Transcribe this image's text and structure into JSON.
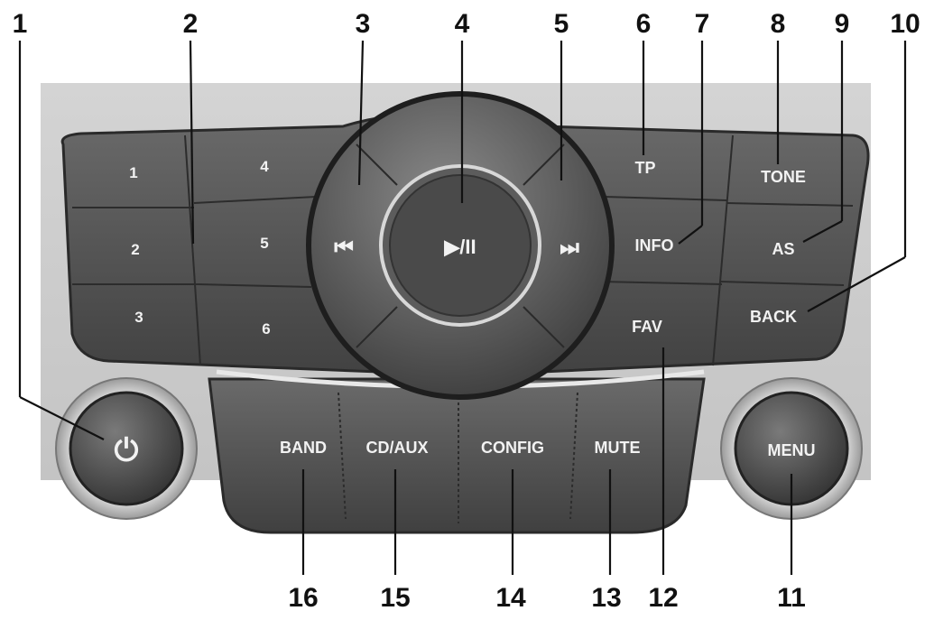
{
  "callouts": [
    "1",
    "2",
    "3",
    "4",
    "5",
    "6",
    "7",
    "8",
    "9",
    "10",
    "11",
    "12",
    "13",
    "14",
    "15",
    "16"
  ],
  "buttons": {
    "preset_1": "1",
    "preset_2": "2",
    "preset_3": "3",
    "preset_4": "4",
    "preset_5": "5",
    "preset_6": "6",
    "tp": "TP",
    "info": "INFO",
    "fav": "FAV",
    "tone": "TONE",
    "as": "AS",
    "back": "BACK",
    "band": "BAND",
    "cd_aux": "CD/AUX",
    "config": "CONFIG",
    "mute": "MUTE",
    "menu": "MENU",
    "prev": "⏮",
    "next": "⏭",
    "play_pause": "▶/II",
    "power": "⏻"
  },
  "colors": {
    "panel_dark": "#3a3a3a",
    "panel_mid": "#555555",
    "bezel_light": "#d9d9d9",
    "label_text": "#f2f2f2",
    "callout_text": "#111111"
  },
  "icons": [
    "power-icon",
    "previous-track-icon",
    "next-track-icon",
    "play-pause-icon"
  ]
}
